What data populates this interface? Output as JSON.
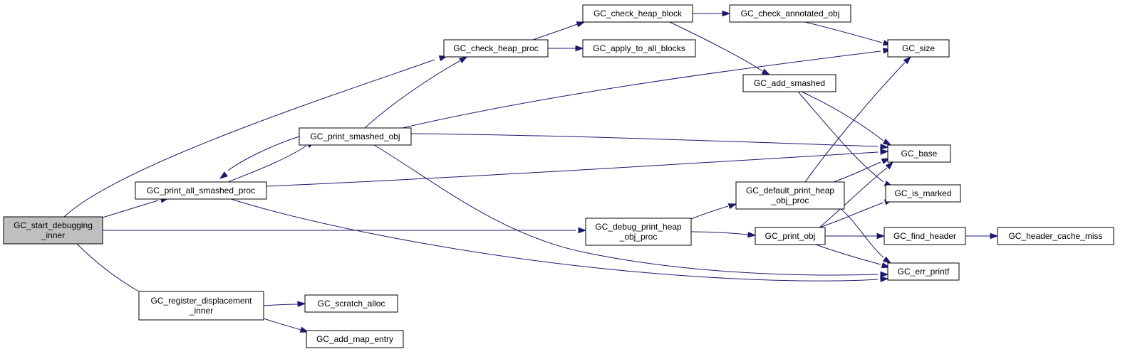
{
  "diagram": {
    "type": "call-graph",
    "nodes": {
      "start_debugging": [
        "GC_start_debugging",
        "_inner"
      ],
      "print_all_smashed": [
        "GC_print_all_smashed_proc"
      ],
      "register_displacement": [
        "GC_register_displacement",
        "_inner"
      ],
      "print_smashed_obj": [
        "GC_print_smashed_obj"
      ],
      "check_heap_proc": [
        "GC_check_heap_proc"
      ],
      "check_heap_block": [
        "GC_check_heap_block"
      ],
      "apply_to_all_blocks": [
        "GC_apply_to_all_blocks"
      ],
      "check_annotated_obj": [
        "GC_check_annotated_obj"
      ],
      "add_smashed": [
        "GC_add_smashed"
      ],
      "size": [
        "GC_size"
      ],
      "base": [
        "GC_base"
      ],
      "is_marked": [
        "GC_is_marked"
      ],
      "debug_print_heap": [
        "GC_debug_print_heap",
        "_obj_proc"
      ],
      "default_print_heap": [
        "GC_default_print_heap",
        "_obj_proc"
      ],
      "print_obj": [
        "GC_print_obj"
      ],
      "find_header": [
        "GC_find_header"
      ],
      "header_cache_miss": [
        "GC_header_cache_miss"
      ],
      "err_printf": [
        "GC_err_printf"
      ],
      "scratch_alloc": [
        "GC_scratch_alloc"
      ],
      "add_map_entry": [
        "GC_add_map_entry"
      ]
    },
    "edges": [
      [
        "start_debugging",
        "check_heap_proc"
      ],
      [
        "start_debugging",
        "print_all_smashed"
      ],
      [
        "start_debugging",
        "debug_print_heap"
      ],
      [
        "start_debugging",
        "register_displacement"
      ],
      [
        "print_all_smashed",
        "print_smashed_obj"
      ],
      [
        "print_smashed_obj",
        "print_all_smashed"
      ],
      [
        "print_smashed_obj",
        "check_heap_proc"
      ],
      [
        "print_smashed_obj",
        "size"
      ],
      [
        "print_smashed_obj",
        "base"
      ],
      [
        "print_smashed_obj",
        "err_printf"
      ],
      [
        "print_all_smashed",
        "base"
      ],
      [
        "print_all_smashed",
        "err_printf"
      ],
      [
        "check_heap_proc",
        "check_heap_block"
      ],
      [
        "check_heap_proc",
        "apply_to_all_blocks"
      ],
      [
        "check_heap_block",
        "check_annotated_obj"
      ],
      [
        "check_heap_block",
        "add_smashed"
      ],
      [
        "check_annotated_obj",
        "size"
      ],
      [
        "add_smashed",
        "base"
      ],
      [
        "add_smashed",
        "is_marked"
      ],
      [
        "debug_print_heap",
        "default_print_heap"
      ],
      [
        "debug_print_heap",
        "print_obj"
      ],
      [
        "default_print_heap",
        "size"
      ],
      [
        "default_print_heap",
        "base"
      ],
      [
        "default_print_heap",
        "err_printf"
      ],
      [
        "print_obj",
        "base"
      ],
      [
        "print_obj",
        "is_marked"
      ],
      [
        "print_obj",
        "find_header"
      ],
      [
        "print_obj",
        "err_printf"
      ],
      [
        "find_header",
        "header_cache_miss"
      ],
      [
        "register_displacement",
        "scratch_alloc"
      ],
      [
        "register_displacement",
        "add_map_entry"
      ]
    ],
    "colors": {
      "edge": "#191970",
      "root_fill": "#bfbfbf",
      "node_fill": "#ffffff",
      "node_border": "#000000"
    }
  }
}
